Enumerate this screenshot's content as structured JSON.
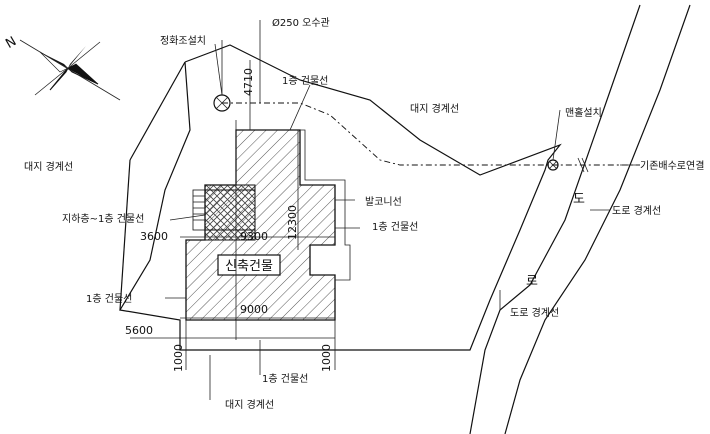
{
  "labels": {
    "septic": "정화조설치",
    "sewer_pipe": "Ø250 오수관",
    "building_line_1f_top": "1층 건물선",
    "site_boundary_top": "대지 경계선",
    "manhole": "맨홀설치",
    "existing_drain": "기존배수로연결",
    "site_boundary_left": "대지 경계선",
    "balcony": "발코니선",
    "basement_line": "지하층~1층 건물선",
    "building_line_1f_right": "1층 건물선",
    "building_line_1f_left": "1층 건물선",
    "new_building": "신축건물",
    "road_line_right": "도로 경계선",
    "road_line_bottom": "도로 경계선",
    "building_line_1f_bottom": "1층 건물선",
    "site_boundary_bottom": "대지 경계선",
    "road_char_1": "도",
    "road_char_2": "로",
    "north": "N"
  },
  "dimensions": {
    "d4710": "4710",
    "d12300": "12300",
    "d3600": "3600",
    "d9300": "9300",
    "d9000": "9000",
    "d5600": "5600",
    "d1000_left": "1000",
    "d1000_right": "1000"
  }
}
